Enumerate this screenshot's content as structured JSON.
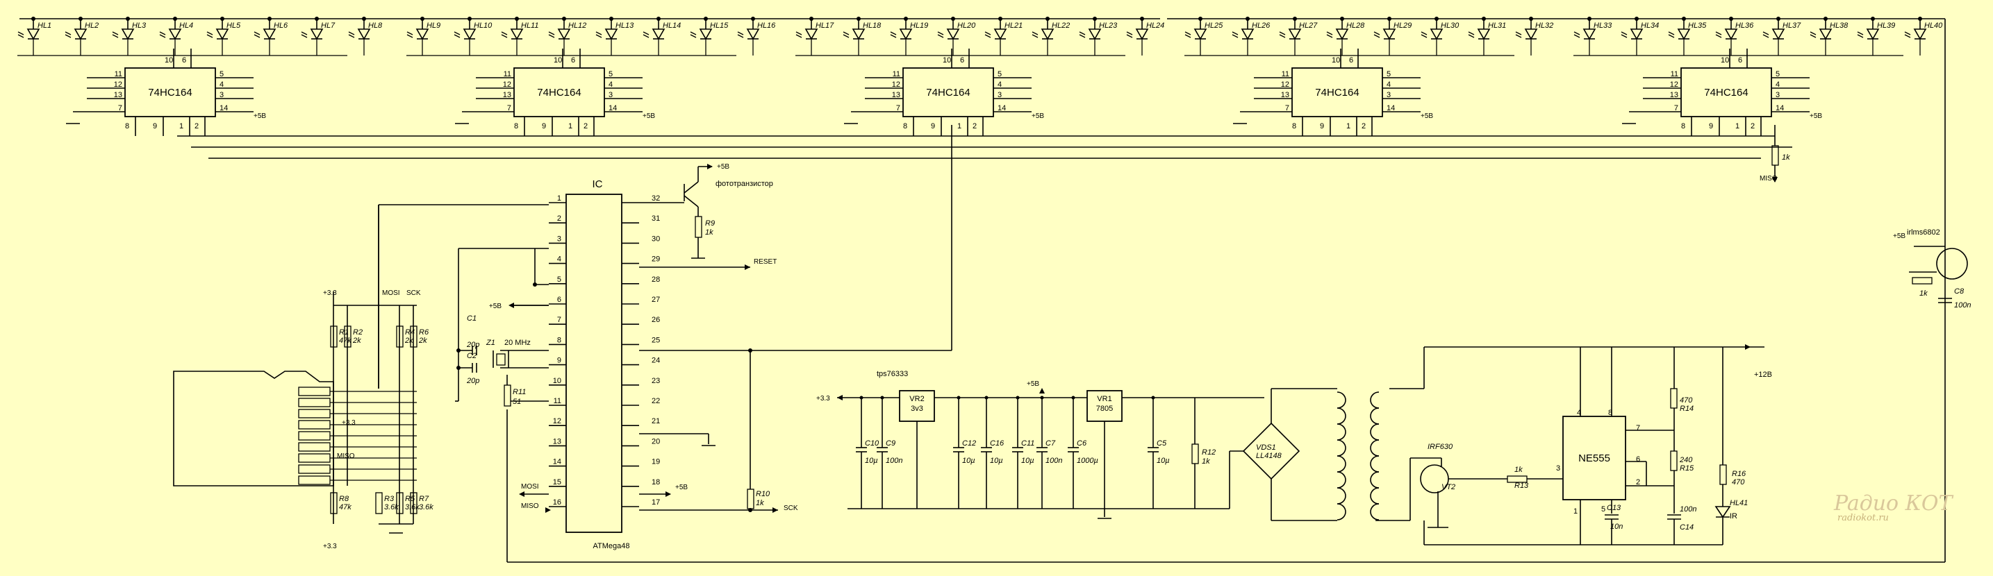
{
  "shift_chip_label": "74HC164",
  "shift_pins": {
    "p11": "11",
    "p12": "12",
    "p13": "13",
    "p7": "7",
    "p10": "10",
    "p6": "6",
    "p5": "5",
    "p4": "4",
    "p3": "3",
    "p14": "14",
    "p8": "8",
    "p9": "9",
    "p1": "1",
    "p2": "2"
  },
  "plus5v": "+5В",
  "leds": [
    "HL1",
    "HL2",
    "HL3",
    "HL4",
    "HL5",
    "HL6",
    "HL7",
    "HL8",
    "HL9",
    "HL10",
    "HL11",
    "HL12",
    "HL13",
    "HL14",
    "HL15",
    "HL16",
    "HL17",
    "HL18",
    "HL19",
    "HL20",
    "HL21",
    "HL22",
    "HL23",
    "HL24",
    "HL25",
    "HL26",
    "HL27",
    "HL28",
    "HL29",
    "HL30",
    "HL31",
    "HL32",
    "HL33",
    "HL34",
    "HL35",
    "HL36",
    "HL37",
    "HL38",
    "HL39",
    "HL40"
  ],
  "mcu": {
    "title": "IC",
    "name": "ATMega48",
    "left_pins": [
      "1",
      "2",
      "3",
      "4",
      "5",
      "6",
      "7",
      "8",
      "9",
      "10",
      "11",
      "12",
      "13",
      "14",
      "15",
      "16"
    ],
    "right_pins": [
      "32",
      "31",
      "30",
      "29",
      "28",
      "27",
      "26",
      "25",
      "24",
      "23",
      "22",
      "21",
      "20",
      "19",
      "18",
      "17"
    ]
  },
  "labels": {
    "phototransistor": "фототранзистор",
    "reset": "RESET",
    "mosi": "MOSI",
    "miso": "MISO",
    "sck": "SCK",
    "plus3v3": "+3.3",
    "plus12v": "+12В",
    "ir": "IR",
    "tps": "tps76333",
    "irlms": "irlms6802",
    "xtal": "20 MHz",
    "k1": "1k"
  },
  "parts": {
    "R1": [
      "R1",
      "47k"
    ],
    "R2": [
      "R2",
      "2k"
    ],
    "R4": [
      "R4",
      "2k"
    ],
    "R6": [
      "R6",
      "2k"
    ],
    "R3": [
      "R3",
      "3.6k"
    ],
    "R5": [
      "R5",
      "3.6k"
    ],
    "R7": [
      "R7",
      "3.6k"
    ],
    "R8": [
      "R8",
      "47k"
    ],
    "R9": [
      "R9",
      "1k"
    ],
    "R10": [
      "R10",
      "1k"
    ],
    "R11": [
      "R11",
      "51"
    ],
    "R12": [
      "R12",
      "1k"
    ],
    "R13": [
      "R13",
      "1k"
    ],
    "R14": [
      "R14",
      "470"
    ],
    "R15": [
      "R15",
      "240"
    ],
    "R16": [
      "R16",
      "470"
    ],
    "C1": [
      "C1",
      "20p"
    ],
    "C2": [
      "C2",
      "20p"
    ],
    "Z1": [
      "Z1"
    ],
    "C10": [
      "C10",
      "10µ"
    ],
    "C9": [
      "C9",
      "100n"
    ],
    "C12": [
      "C12",
      "10µ"
    ],
    "C16": [
      "C16",
      "10µ"
    ],
    "C11": [
      "C11",
      "10µ"
    ],
    "C7": [
      "C7",
      "100n"
    ],
    "C6": [
      "C6",
      "1000µ"
    ],
    "C5": [
      "C5",
      "10µ"
    ],
    "C13": [
      "C13",
      "10n"
    ],
    "C14": [
      "C14",
      "100n"
    ],
    "C8": [
      "C8",
      "100n"
    ],
    "VR2": [
      "VR2",
      "3v3"
    ],
    "VR1": [
      "VR1",
      "7805"
    ],
    "VDS1": [
      "VDS1",
      "LL4148"
    ],
    "VT2": [
      "IRF630",
      "VT2"
    ],
    "NE555": [
      "NE555"
    ],
    "HL41": [
      "HL41"
    ]
  },
  "ne555_pins": {
    "p4": "4",
    "p8": "8",
    "p7": "7",
    "p6": "6",
    "p3": "3",
    "p2": "2",
    "p1": "1",
    "p5": "5"
  },
  "watermark": {
    "logo": "Paдио КОТ",
    "site": "radiokot.ru"
  }
}
